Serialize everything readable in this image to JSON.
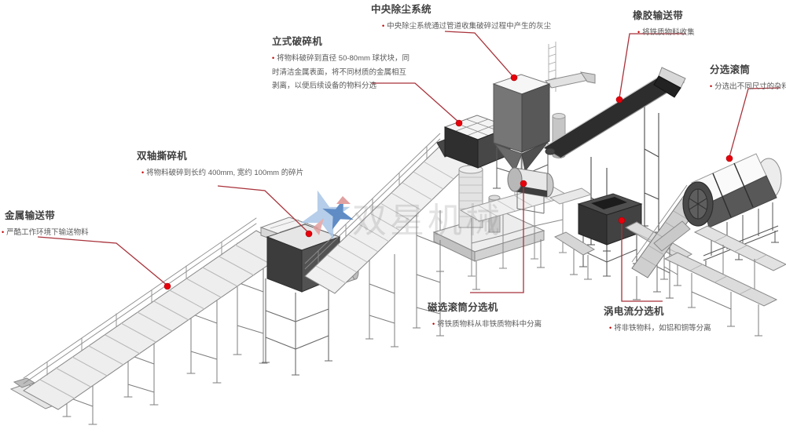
{
  "watermark": {
    "text": "双星机械"
  },
  "ui": {
    "bullet_glyph": "•"
  },
  "accent": {
    "leader_line": "#a8323a",
    "dot": "#e8000b",
    "bullet": "#c00000"
  },
  "callouts": [
    {
      "title": "中央除尘系统",
      "bullets": [
        "中央除尘系统通过管道收集破碎过程中产生的灰尘"
      ]
    },
    {
      "title": "立式破碎机",
      "bullets": [
        "将物料破碎到直径 50-80mm 球状块，同时清洁金属表面，将不同材质的金属相互剥离，以便后续设备的物料分选"
      ]
    },
    {
      "title": "橡胶输送带",
      "bullets": [
        "将铁质物料收集"
      ]
    },
    {
      "title": "分选滚筒",
      "bullets": [
        "分选出不同尺寸的杂料"
      ]
    },
    {
      "title": "双轴撕碎机",
      "bullets": [
        "将物料破碎到长约 400mm, 宽约 100mm 的碎片"
      ]
    },
    {
      "title": "金属输送带",
      "bullets": [
        "严酷工作环境下输送物料"
      ]
    },
    {
      "title": "磁选滚筒分选机",
      "bullets": [
        "将铁质物料从非铁质物料中分离"
      ]
    },
    {
      "title": "涡电流分选机",
      "bullets": [
        "将非铁物料，如铝和铜等分离"
      ]
    }
  ]
}
